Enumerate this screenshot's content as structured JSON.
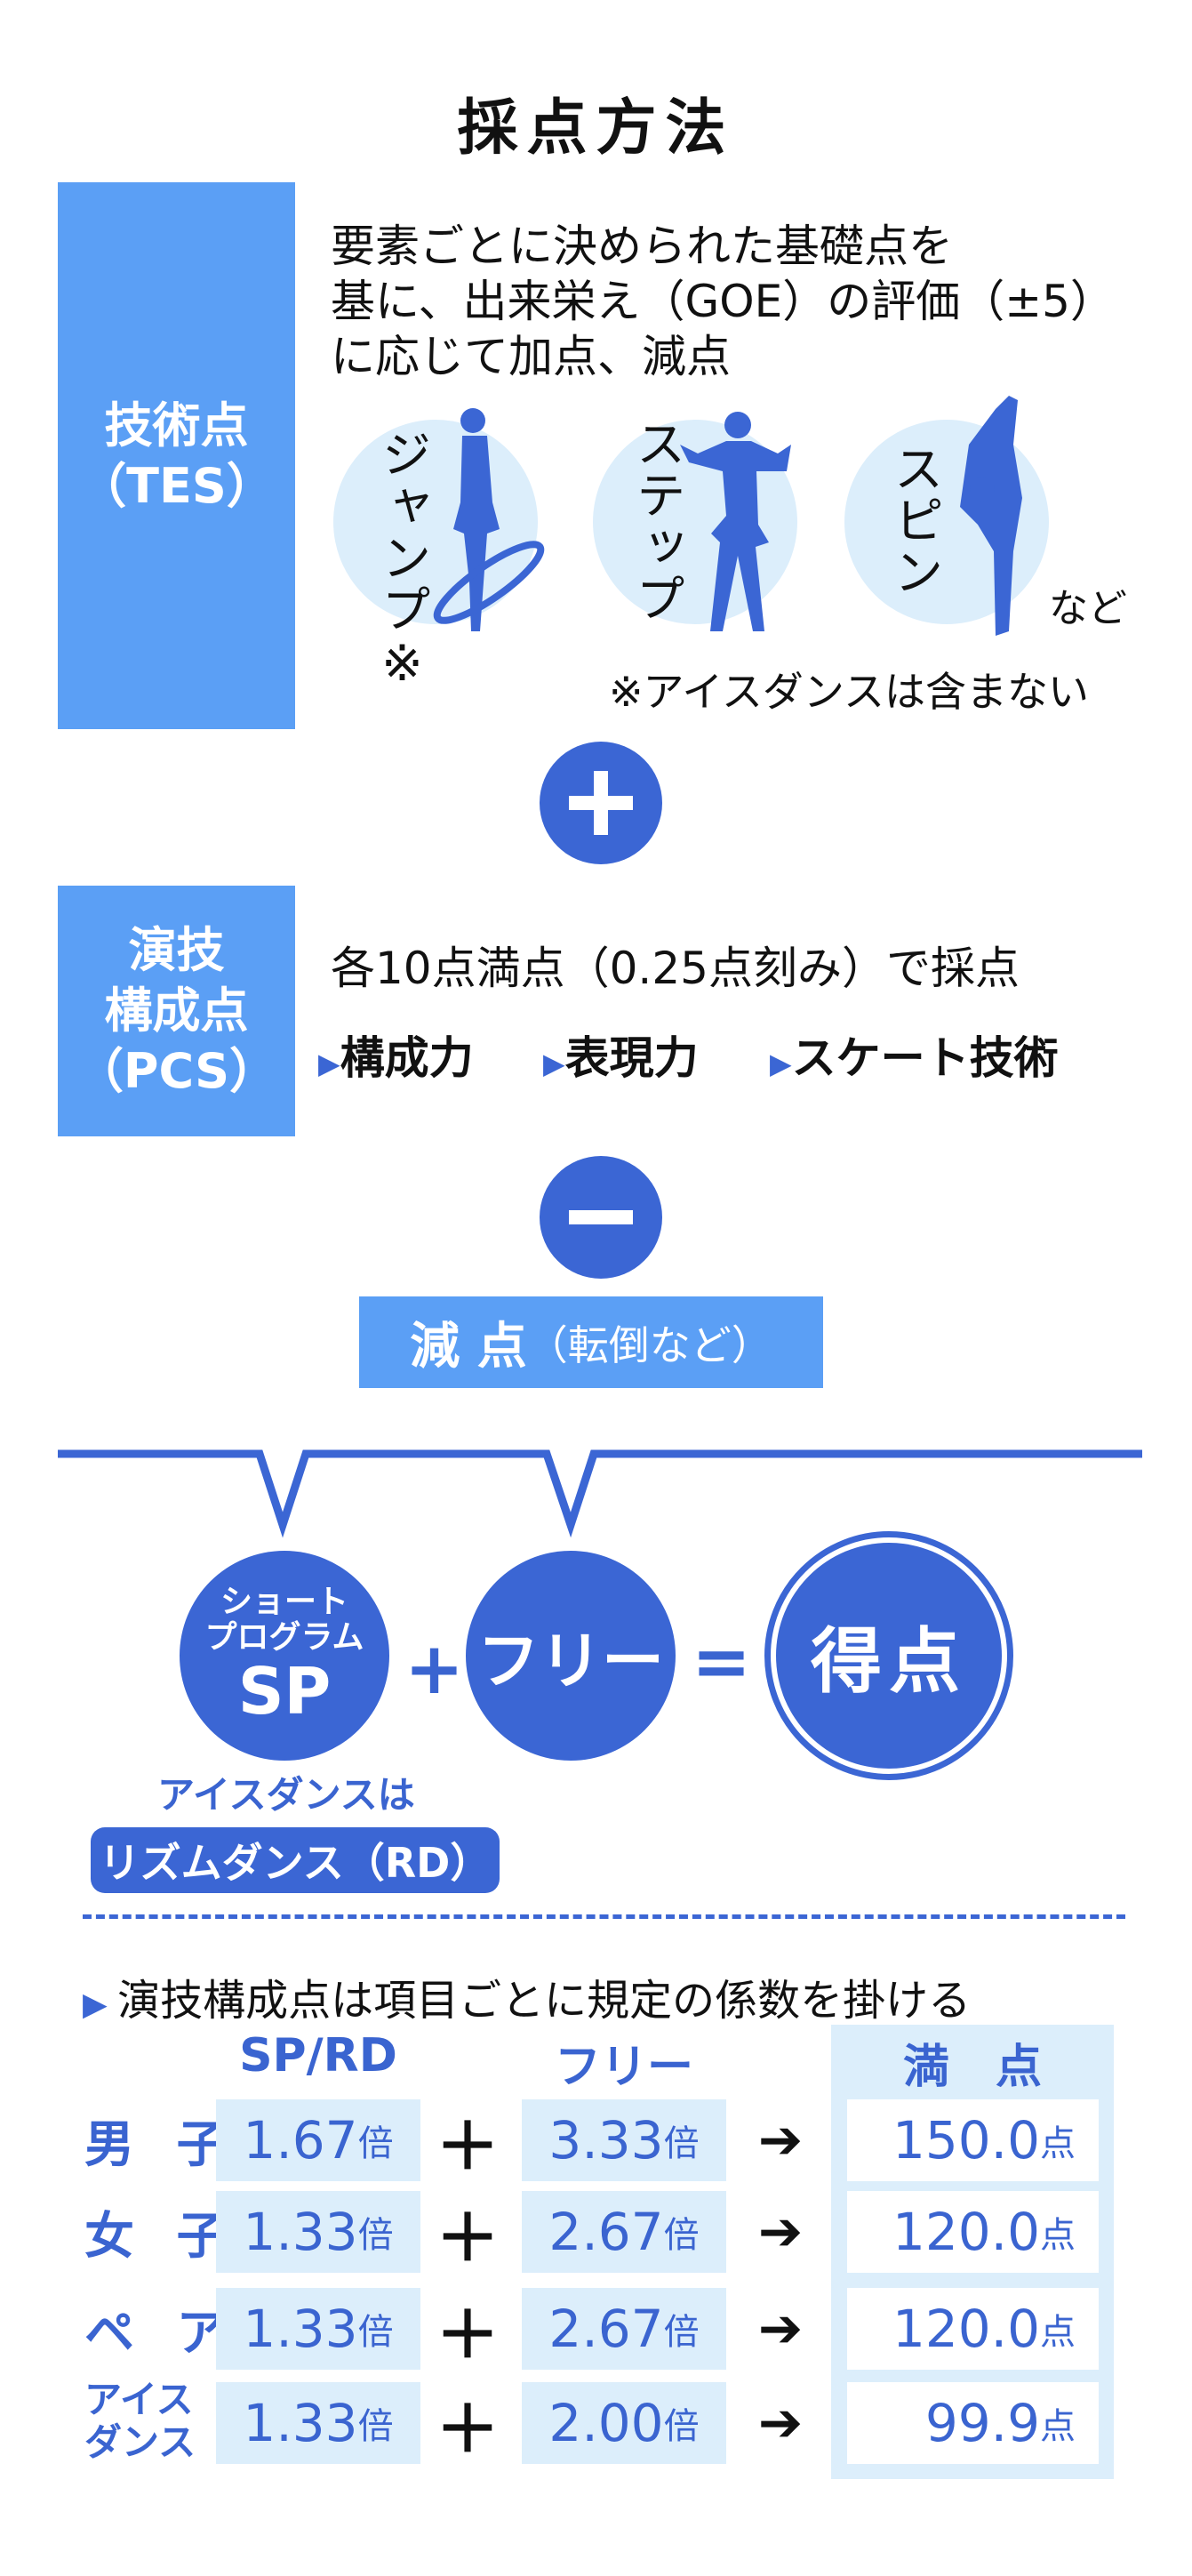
{
  "title": "採点方法",
  "tes": {
    "label_line1": "技術点",
    "label_line2": "（TES）",
    "description": [
      "要素ごとに決められた基礎点を",
      "基に、出来栄え（GOE）の評価（±5）",
      "に応じて加点、減点"
    ],
    "elements": [
      {
        "label": "ジャンプ",
        "note": "※",
        "icon": "jumping-skater-icon"
      },
      {
        "label": "ステップ",
        "icon": "step-skater-icon"
      },
      {
        "label": "スピン",
        "icon": "spinning-skater-icon"
      }
    ],
    "etc": "など",
    "footnote": "※アイスダンスは含まない"
  },
  "plus_icon": "plus-icon",
  "pcs": {
    "label_line1": "演技",
    "label_line2": "構成点",
    "label_line3": "（PCS）",
    "description": "各10点満点（0.25点刻み）で採点",
    "items": [
      "構成力",
      "表現力",
      "スケート技術"
    ]
  },
  "minus_icon": "minus-icon",
  "deduction": {
    "label": "減 点",
    "note": "（転倒など）"
  },
  "formula": {
    "sp_line1": "ショート",
    "sp_line2": "プログラム",
    "sp_abbr": "SP",
    "plus": "+",
    "free": "フリー",
    "equals": "=",
    "total": "得点",
    "ice_dance_note": "アイスダンスは",
    "rd_label": "リズムダンス（RD）"
  },
  "coefficients": {
    "heading": "演技構成点は項目ごとに規定の係数を掛ける",
    "col_headers": [
      "SP/RD",
      "フリー",
      "満　点"
    ],
    "unit_mult": "倍",
    "unit_points": "点",
    "rows": [
      {
        "category": "男 子",
        "sp": "1.67",
        "free": "3.33",
        "max": "150.0"
      },
      {
        "category": "女 子",
        "sp": "1.33",
        "free": "2.67",
        "max": "120.0"
      },
      {
        "category": "ペ ア",
        "sp": "1.33",
        "free": "2.67",
        "max": "120.0"
      },
      {
        "category_line1": "アイス",
        "category_line2": "ダンス",
        "sp": "1.33",
        "free": "2.00",
        "max": "99.9"
      }
    ],
    "op_plus": "＋",
    "op_arrow": "➔"
  },
  "colors": {
    "accent": "#3B66D4",
    "box": "#5B9FF5",
    "light": "#DCEEFB"
  }
}
